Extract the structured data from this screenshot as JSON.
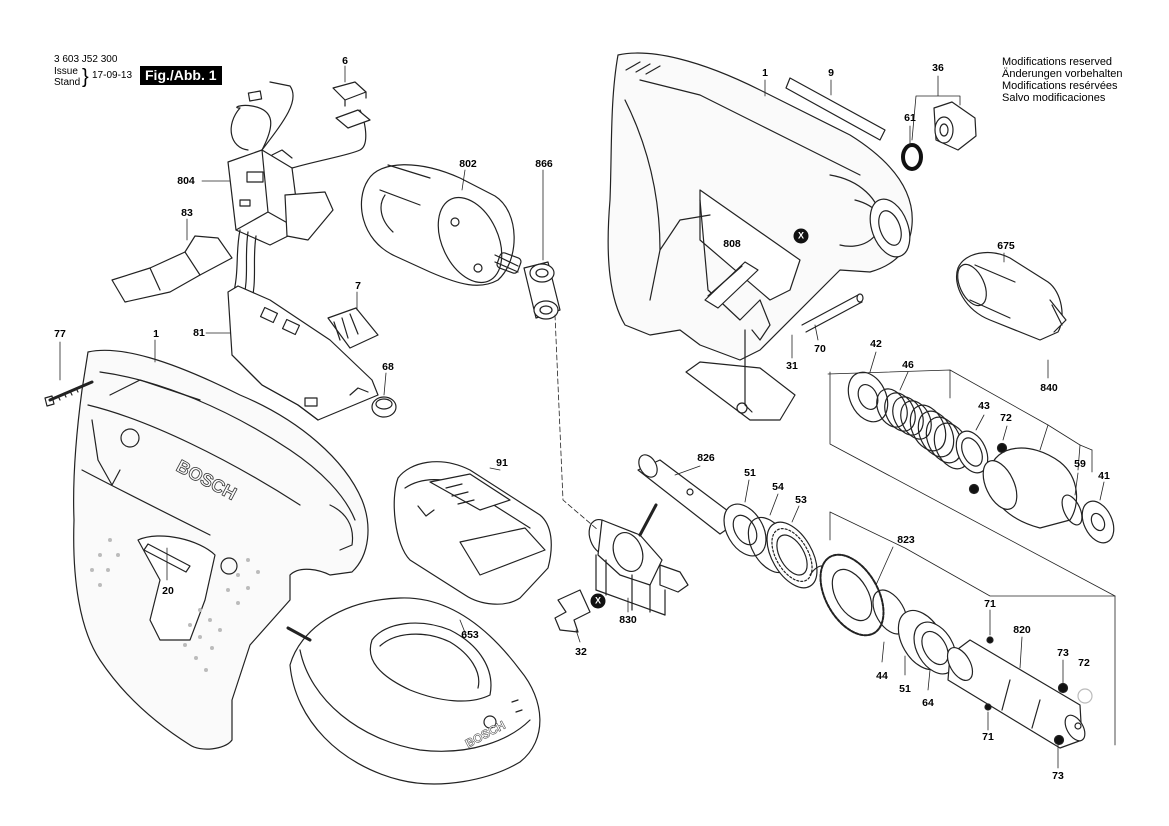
{
  "header": {
    "part_number": "3 603 J52 300",
    "issue_label": "Issue",
    "stand_label": "Stand",
    "brace": "}",
    "date": "17-09-13",
    "figure": "Fig./Abb. 1"
  },
  "modifications": [
    "Modifications reserved",
    "Änderungen vorbehalten",
    "Modifications resérvées",
    "Salvo modificaciones"
  ],
  "brand": "BOSCH",
  "marker_symbol": "X",
  "callouts": [
    "6",
    "804",
    "802",
    "866",
    "83",
    "7",
    "81",
    "68",
    "77",
    "1",
    "91",
    "20",
    "826",
    "51",
    "54",
    "53",
    "830",
    "32",
    "653",
    "823",
    "71",
    "820",
    "44",
    "51",
    "64",
    "73",
    "72",
    "71",
    "73",
    "1",
    "9",
    "36",
    "61",
    "808",
    "675",
    "31",
    "70",
    "42",
    "46",
    "840",
    "43",
    "72",
    "59",
    "41"
  ]
}
